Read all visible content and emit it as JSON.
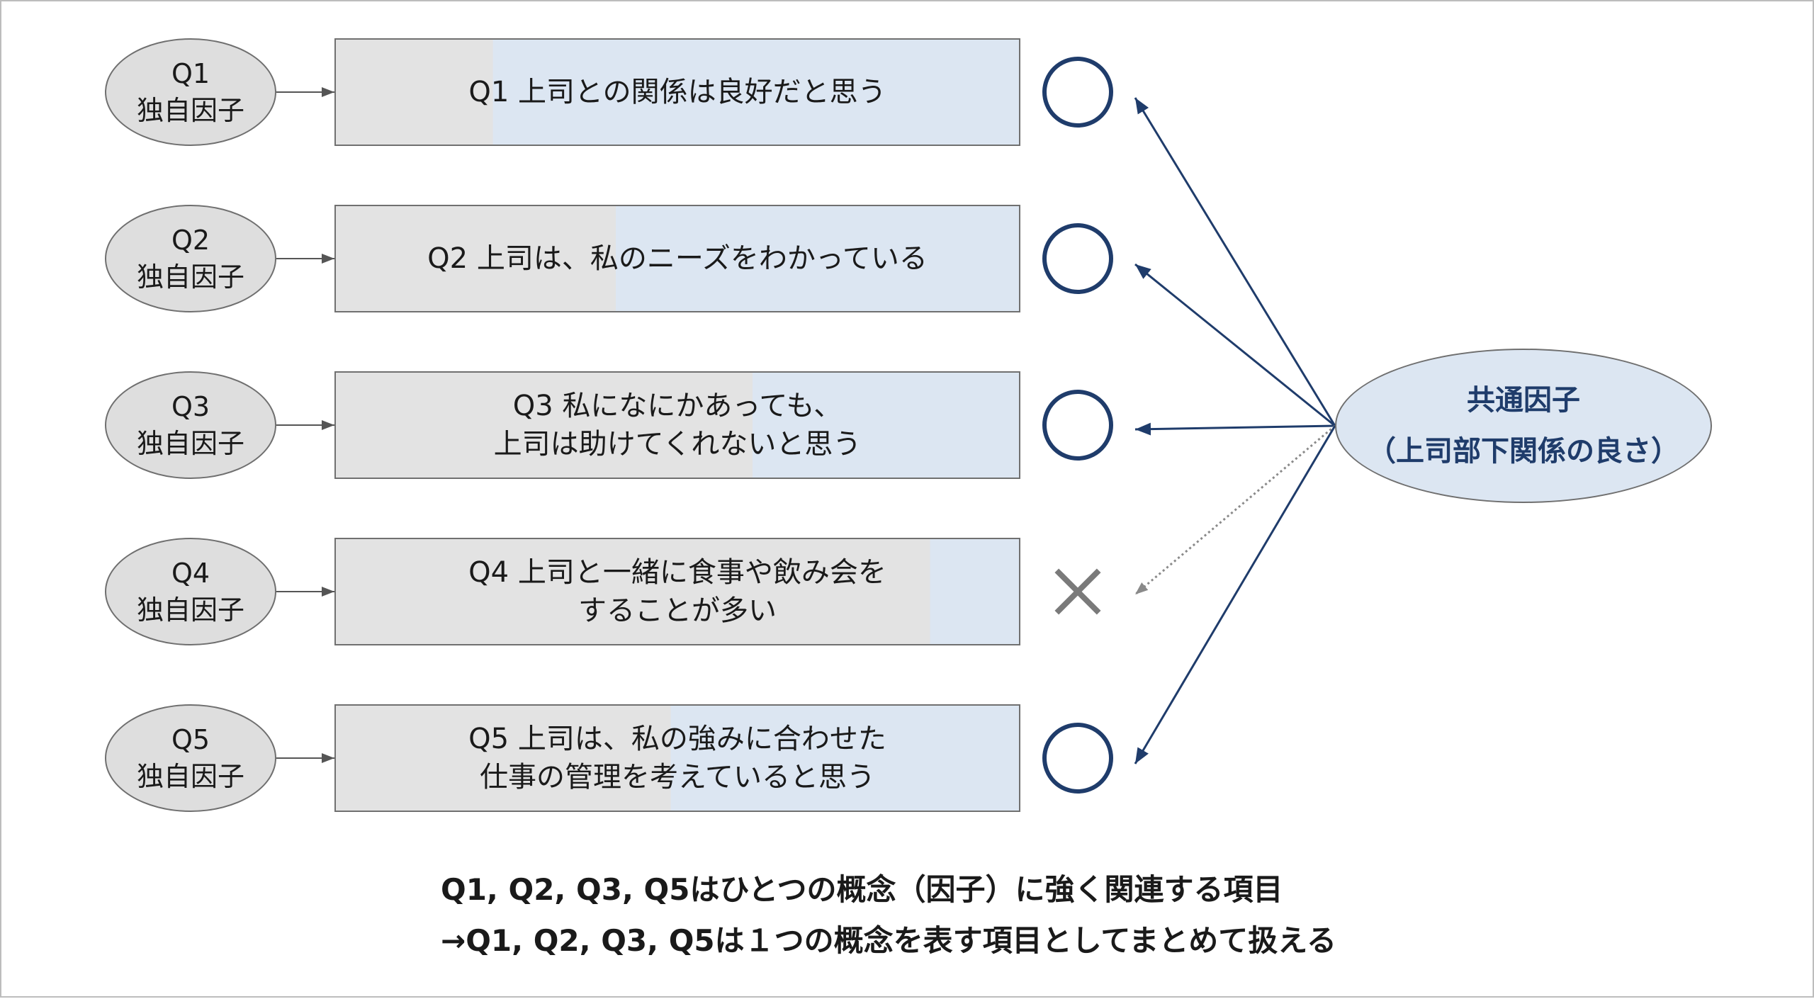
{
  "colors": {
    "unique_fill": "#dedede",
    "item_fill_gray": "#e3e3e3",
    "item_fill_blue": "#dce6f2",
    "common_fill": "#dce6f2",
    "accent_navy": "#1f3c6b",
    "cross_gray": "#7a7a7a",
    "dotted_gray": "#8a8a8a"
  },
  "items": [
    {
      "unique_factor": {
        "line1": "Q1",
        "line2": "独自因子"
      },
      "text_lines": [
        "Q1 上司との関係は良好だと思う"
      ],
      "common_share": 0.77,
      "mark": "circle-icon",
      "link": "solid"
    },
    {
      "unique_factor": {
        "line1": "Q2",
        "line2": "独自因子"
      },
      "text_lines": [
        "Q2 上司は、私のニーズをわかっている"
      ],
      "common_share": 0.59,
      "mark": "circle-icon",
      "link": "solid"
    },
    {
      "unique_factor": {
        "line1": "Q3",
        "line2": "独自因子"
      },
      "text_lines": [
        "Q3 私になにかあっても、",
        "上司は助けてくれないと思う"
      ],
      "common_share": 0.39,
      "mark": "circle-icon",
      "link": "solid"
    },
    {
      "unique_factor": {
        "line1": "Q4",
        "line2": "独自因子"
      },
      "text_lines": [
        "Q4 上司と一緒に食事や飲み会を",
        "することが多い"
      ],
      "common_share": 0.13,
      "mark": "cross-icon",
      "link": "dotted"
    },
    {
      "unique_factor": {
        "line1": "Q5",
        "line2": "独自因子"
      },
      "text_lines": [
        "Q5 上司は、私の強みに合わせた",
        "仕事の管理を考えていると思う"
      ],
      "common_share": 0.51,
      "mark": "circle-icon",
      "link": "solid"
    }
  ],
  "common_factor": {
    "line1": "共通因子",
    "line2": "（上司部下関係の良さ）"
  },
  "summary": {
    "line1": "Q1, Q2, Q3, Q5はひとつの概念（因子）に強く関連する項目",
    "line2": "→Q1, Q2, Q3, Q5は１つの概念を表す項目としてまとめて扱える"
  }
}
